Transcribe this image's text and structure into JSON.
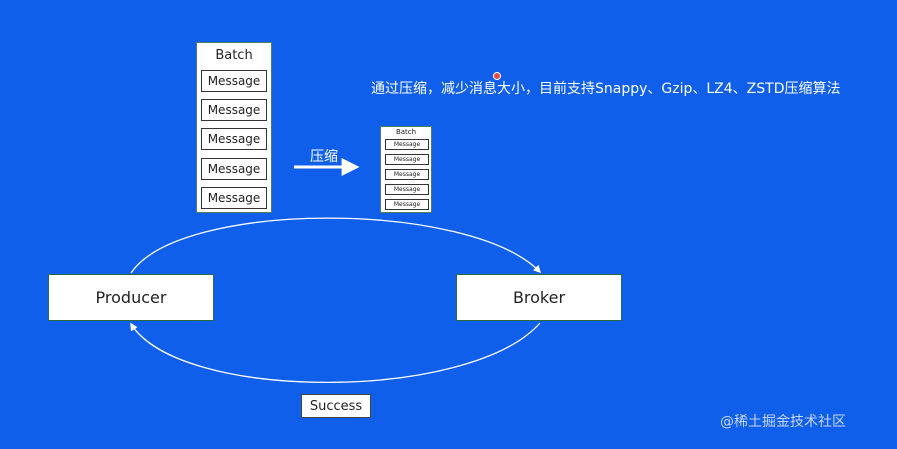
{
  "nodes": {
    "producer": "Producer",
    "broker": "Broker",
    "success": "Success"
  },
  "batch_large": {
    "title": "Batch",
    "messages": [
      "Message",
      "Message",
      "Message",
      "Message",
      "Message"
    ]
  },
  "batch_small": {
    "title": "Batch",
    "messages": [
      "Message",
      "Message",
      "Message",
      "Message",
      "Message"
    ]
  },
  "compress_label": "压缩",
  "caption": "通过压缩，减少消息大小，目前支持Snappy、Gzip、LZ4、ZSTD压缩算法",
  "watermark": "@稀土掘金技术社区",
  "colors": {
    "background": "#0f5fea",
    "box": "#ffffff",
    "line": "#ffffff"
  }
}
